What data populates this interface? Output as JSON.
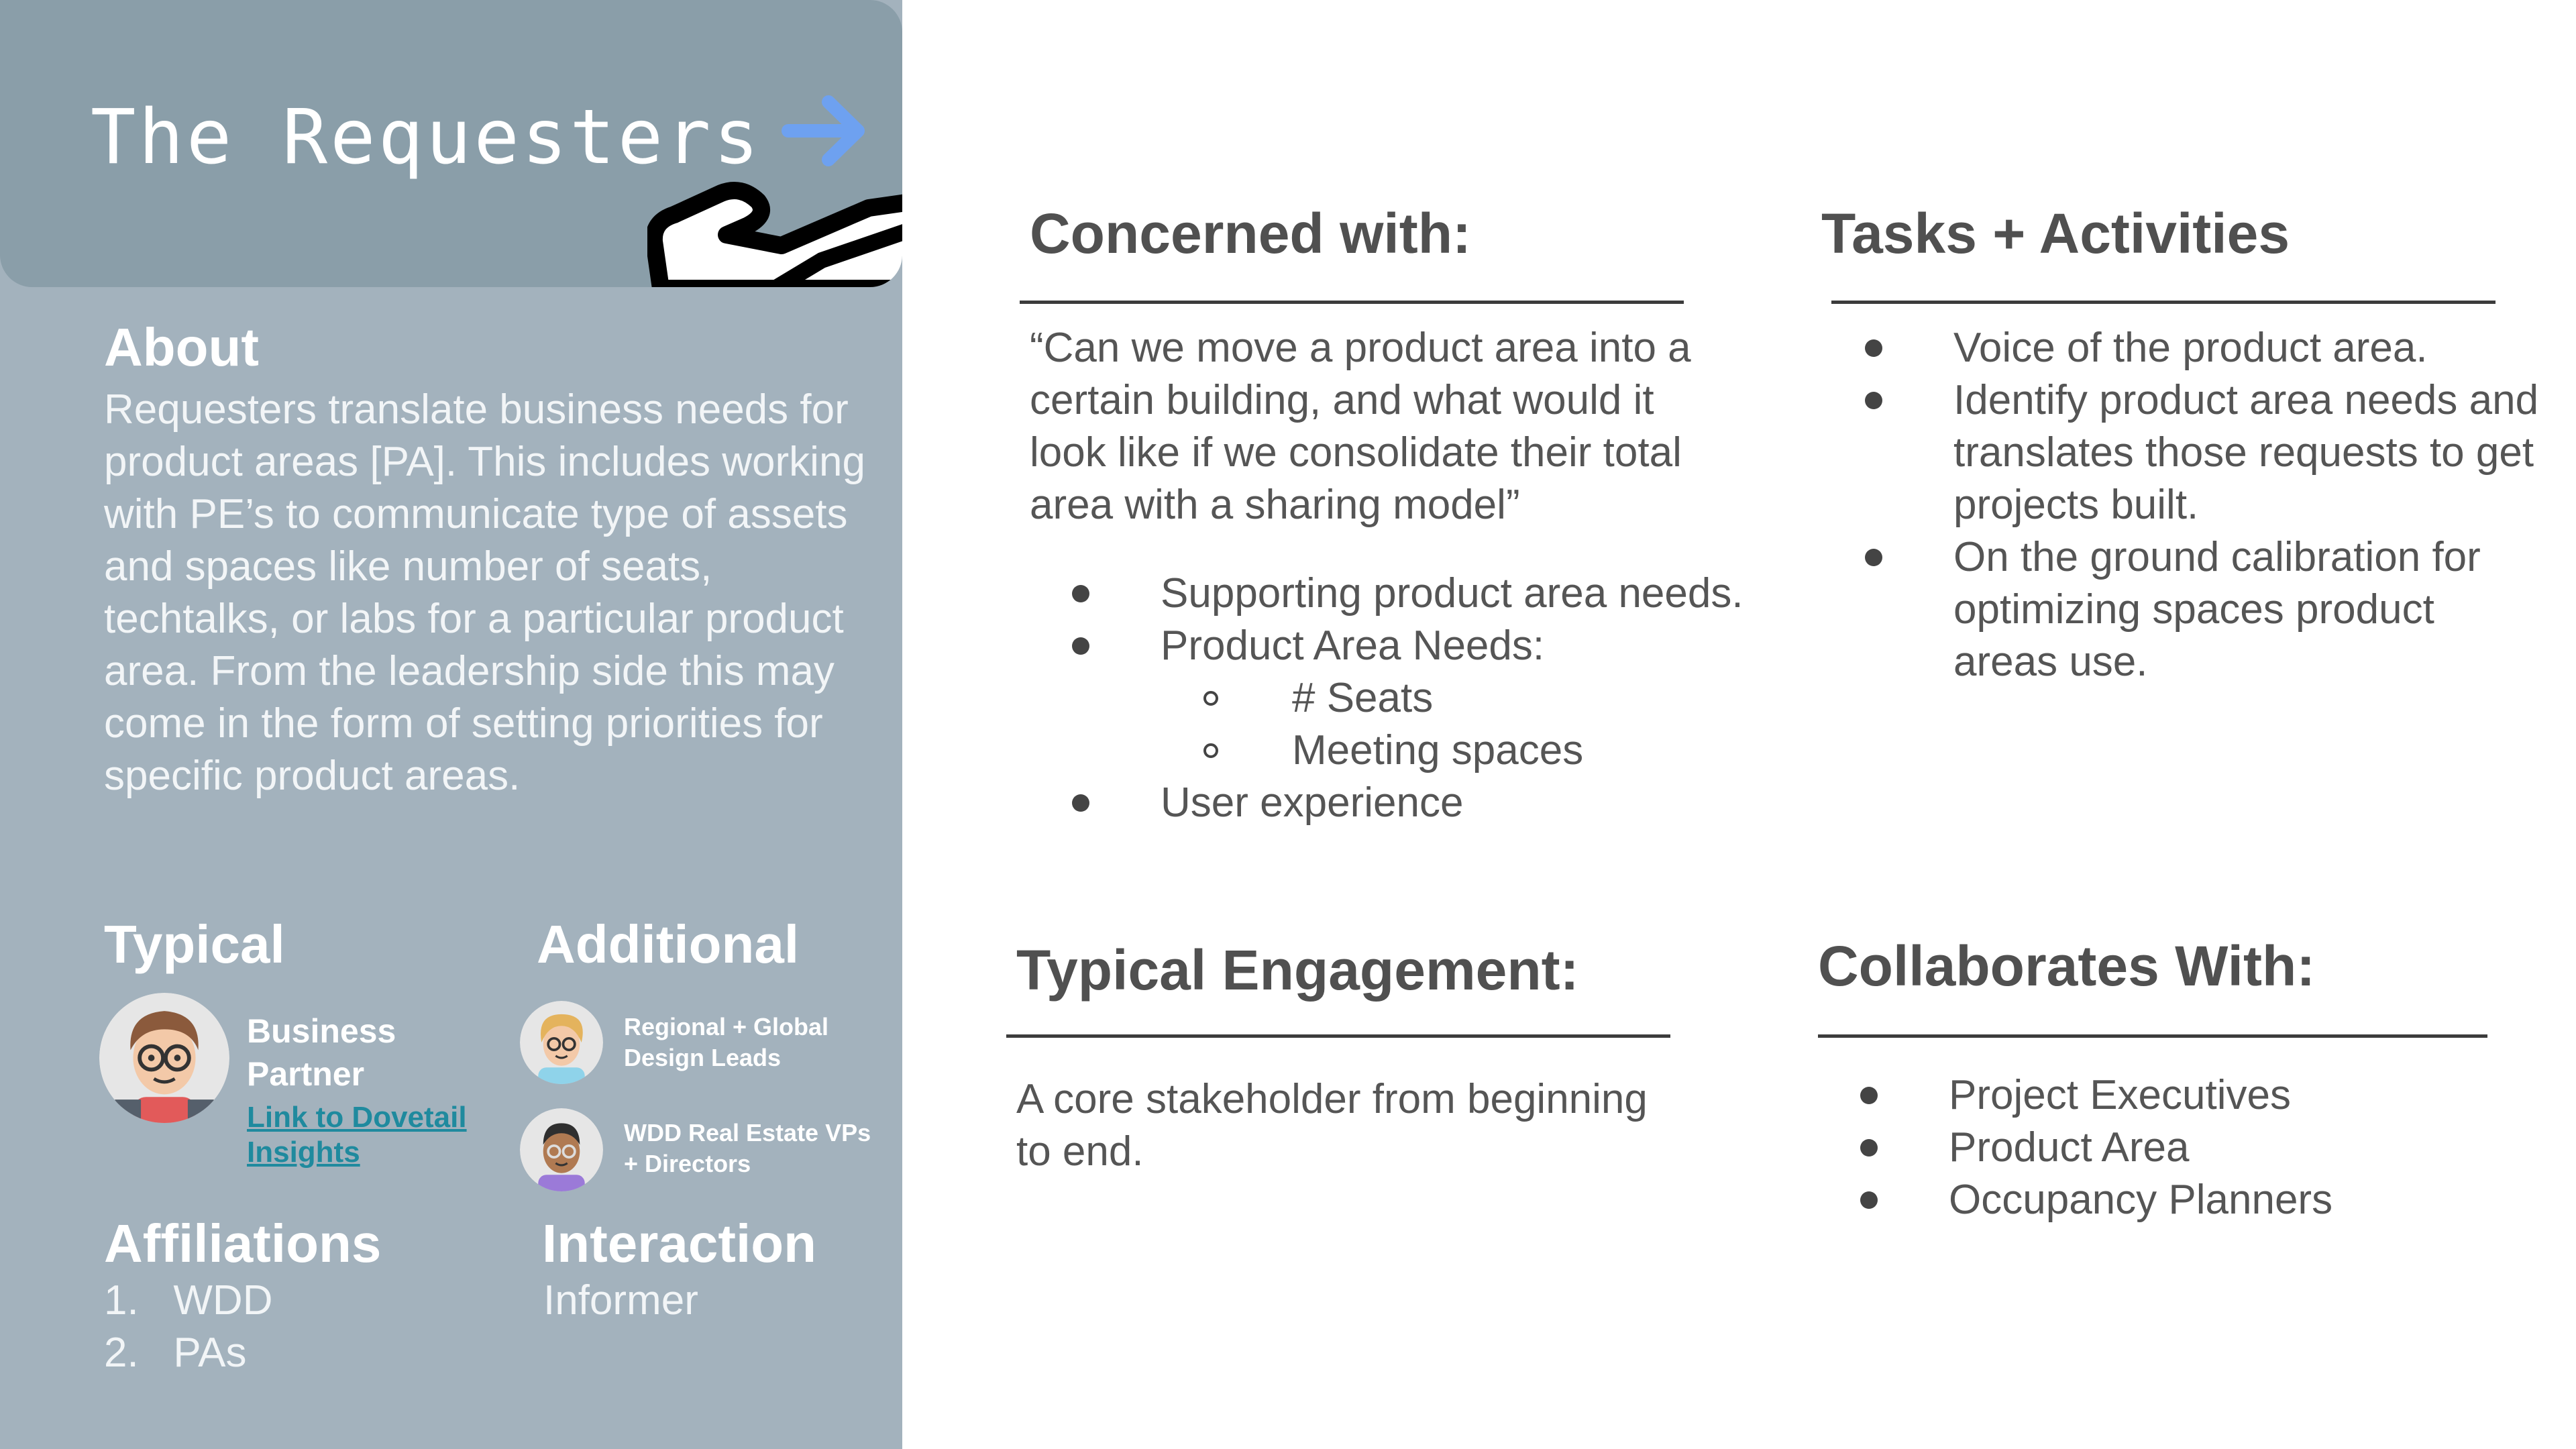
{
  "title": "The Requesters",
  "about": {
    "heading": "About",
    "text": "Requesters translate business needs for product areas [PA]. This includes working with PE’s to communicate type of assets and spaces  like number of seats,  techtalks, or labs for a particular product area. From the leadership side this may come in the form of setting priorities for specific product areas."
  },
  "typical": {
    "heading": "Typical",
    "name_line1": "Business",
    "name_line2": "Partner",
    "link_line1": "Link to Dovetail",
    "link_line2": "Insights"
  },
  "additional": {
    "heading": "Additional",
    "person1_line1": "Regional + Global",
    "person1_line2": "Design Leads",
    "person2_line1": "WDD Real Estate VPs",
    "person2_line2": "+ Directors"
  },
  "affiliations": {
    "heading": "Affiliations",
    "items": [
      "WDD",
      "PAs"
    ],
    "markers": [
      "1.",
      "2."
    ]
  },
  "interaction": {
    "heading": "Interaction",
    "value": "Informer"
  },
  "concerned": {
    "heading": "Concerned with:",
    "quote": "“Can we move a product area into a certain building, and what would it look like if we consolidate their total area with a sharing model”",
    "bullets": [
      "Supporting product area needs.",
      "Product Area Needs:",
      "User experience"
    ],
    "sub_bullets": [
      "# Seats",
      "Meeting spaces"
    ]
  },
  "tasks": {
    "heading": "Tasks + Activities",
    "bullets": [
      "Voice of the product area.",
      "Identify product area needs and translates those requests to get projects built.",
      "On the ground calibration for optimizing spaces product areas use."
    ]
  },
  "engagement": {
    "heading": "Typical Engagement:",
    "text": "A core stakeholder from beginning to end."
  },
  "collaborates": {
    "heading": "Collaborates With:",
    "bullets": [
      "Project Executives",
      "Product Area",
      "Occupancy Planners"
    ]
  },
  "colors": {
    "panel": "#a3b2bd",
    "title_card": "#8a9ea9",
    "arrow": "#6ea1f0",
    "link": "#1f8a9e"
  }
}
